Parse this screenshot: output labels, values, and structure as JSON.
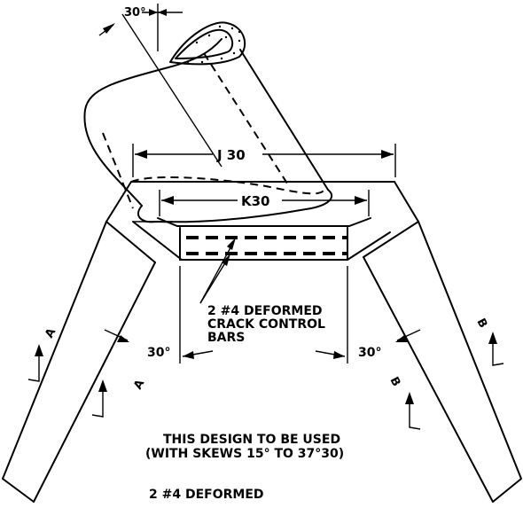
{
  "labels": {
    "skew_angle_top": "30°",
    "dim_j": "J 30",
    "dim_k": "K30",
    "bars_line1": "2 #4 DEFORMED",
    "bars_line2": "CRACK CONTROL",
    "bars_line3": "BARS",
    "angle_left": "30°",
    "angle_right": "30°",
    "section_a": "A",
    "section_b": "B",
    "note_line1": "THIS DESIGN TO BE USED",
    "note_line2": "(WITH SKEWS 15° TO 37°30)",
    "bottom_line": "2 #4 DEFORMED"
  }
}
